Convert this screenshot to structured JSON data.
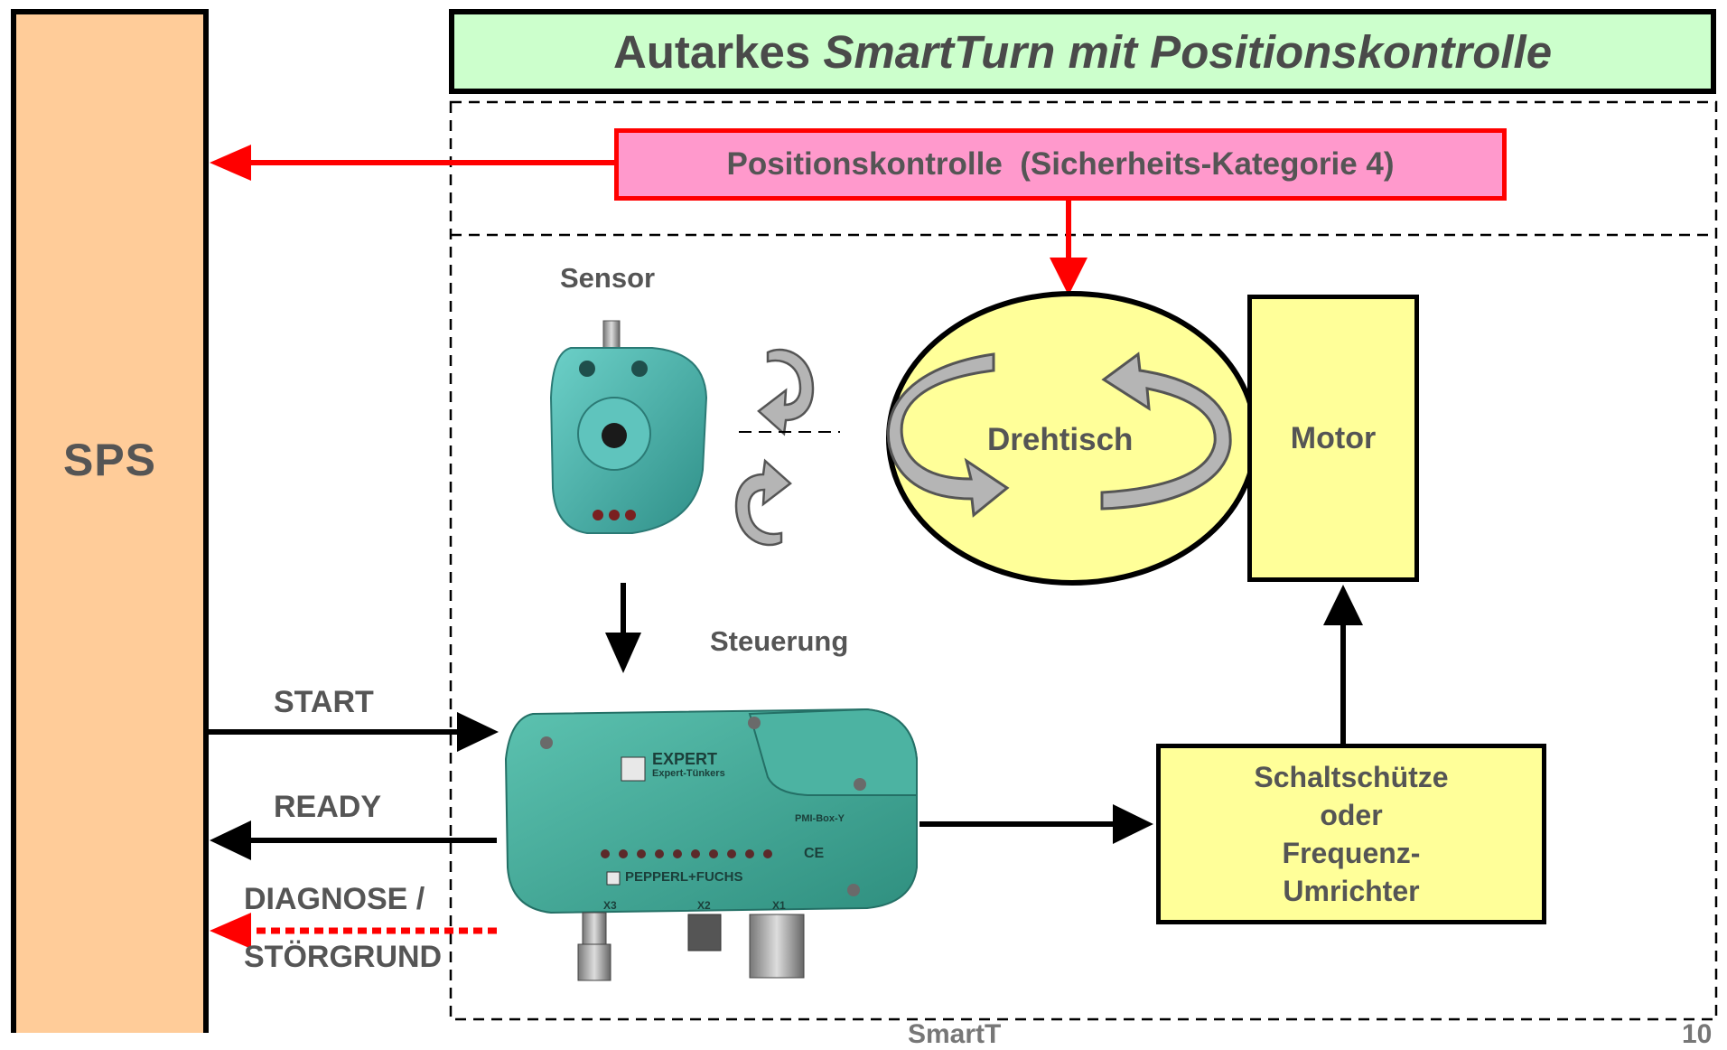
{
  "title": {
    "part1": "Autarkes ",
    "part2": "SmartTurn mit Positionskontrolle"
  },
  "sps_label": "SPS",
  "position_box": "Positionskontrolle  (Sicherheits-Kategorie 4)",
  "sensor_label": "Sensor",
  "steuerung_label": "Steuerung",
  "drehtisch_label": "Drehtisch",
  "motor_label": "Motor",
  "schalt": {
    "line1": "Schaltschütze",
    "line2": "oder",
    "line3": "Frequenz-",
    "line4": "Umrichter"
  },
  "signals": {
    "start": "START",
    "ready": "READY",
    "diagnose1": "DIAGNOSE /",
    "diagnose2": "STÖRGRUND"
  },
  "device": {
    "brand_expert": "EXPERT",
    "brand_sub": "Expert-Tünkers",
    "brand_pf": "PEPPERL+FUCHS",
    "model": "PMI-Box-Y",
    "port_x1": "X1",
    "port_x2": "X2",
    "port_x3": "X3",
    "ce_mark": "CE"
  },
  "footer": {
    "left": "SmartT",
    "right": "10"
  },
  "colors": {
    "sps_fill": "#ffcc99",
    "title_fill": "#ccffcc",
    "position_fill": "#ff99cc",
    "position_border": "#ff0000",
    "yellow_fill": "#ffff99",
    "device_green": "#3fa89a",
    "sensor_teal": "#48b4b0"
  }
}
